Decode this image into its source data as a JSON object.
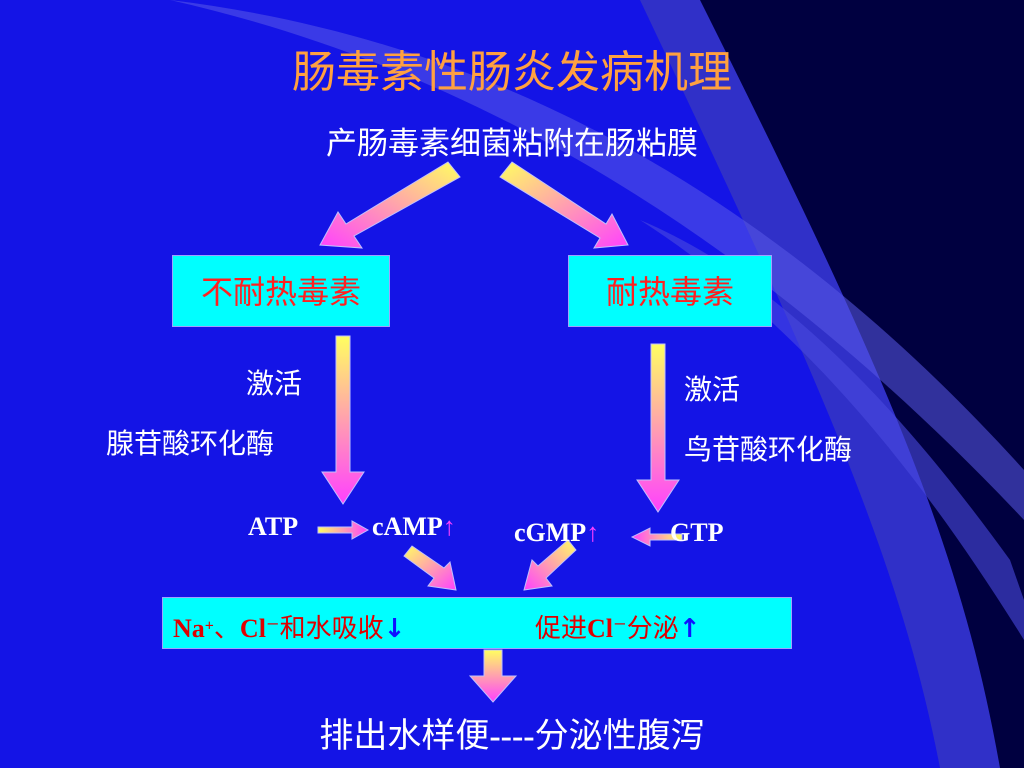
{
  "title": "肠毒素性肠炎发病机理",
  "top_text": "产肠毒素细菌粘附在肠粘膜",
  "left_box": "不耐热毒素",
  "right_box": "耐热毒素",
  "left_activate": "激活",
  "left_enzyme": "腺苷酸环化酶",
  "right_activate": "激活",
  "right_enzyme": "鸟苷酸环化酶",
  "atp": "ATP",
  "camp": "cAMP",
  "cgmp": "cGMP",
  "gtp": "GTP",
  "up_symbol": "↑",
  "down_symbol": "↓",
  "effect": {
    "na": "Na",
    "na_sup": "+",
    "sep": "、",
    "cl1": "Cl",
    "minus1": "⁻",
    "absorb": "和水吸收",
    "promote": "促进",
    "cl2": "Cl",
    "minus2": "⁻",
    "secrete": "分泌"
  },
  "bottom_prefix": "排出水样便",
  "bottom_dash": "----",
  "bottom_suffix": "分泌性腹泻",
  "colors": {
    "background": "#1414e6",
    "title": "#ffa040",
    "box": "#00ffff",
    "box_text": "#ff2020",
    "arrow_gradient_start": "#ffff60",
    "arrow_gradient_end": "#ff40ff"
  }
}
